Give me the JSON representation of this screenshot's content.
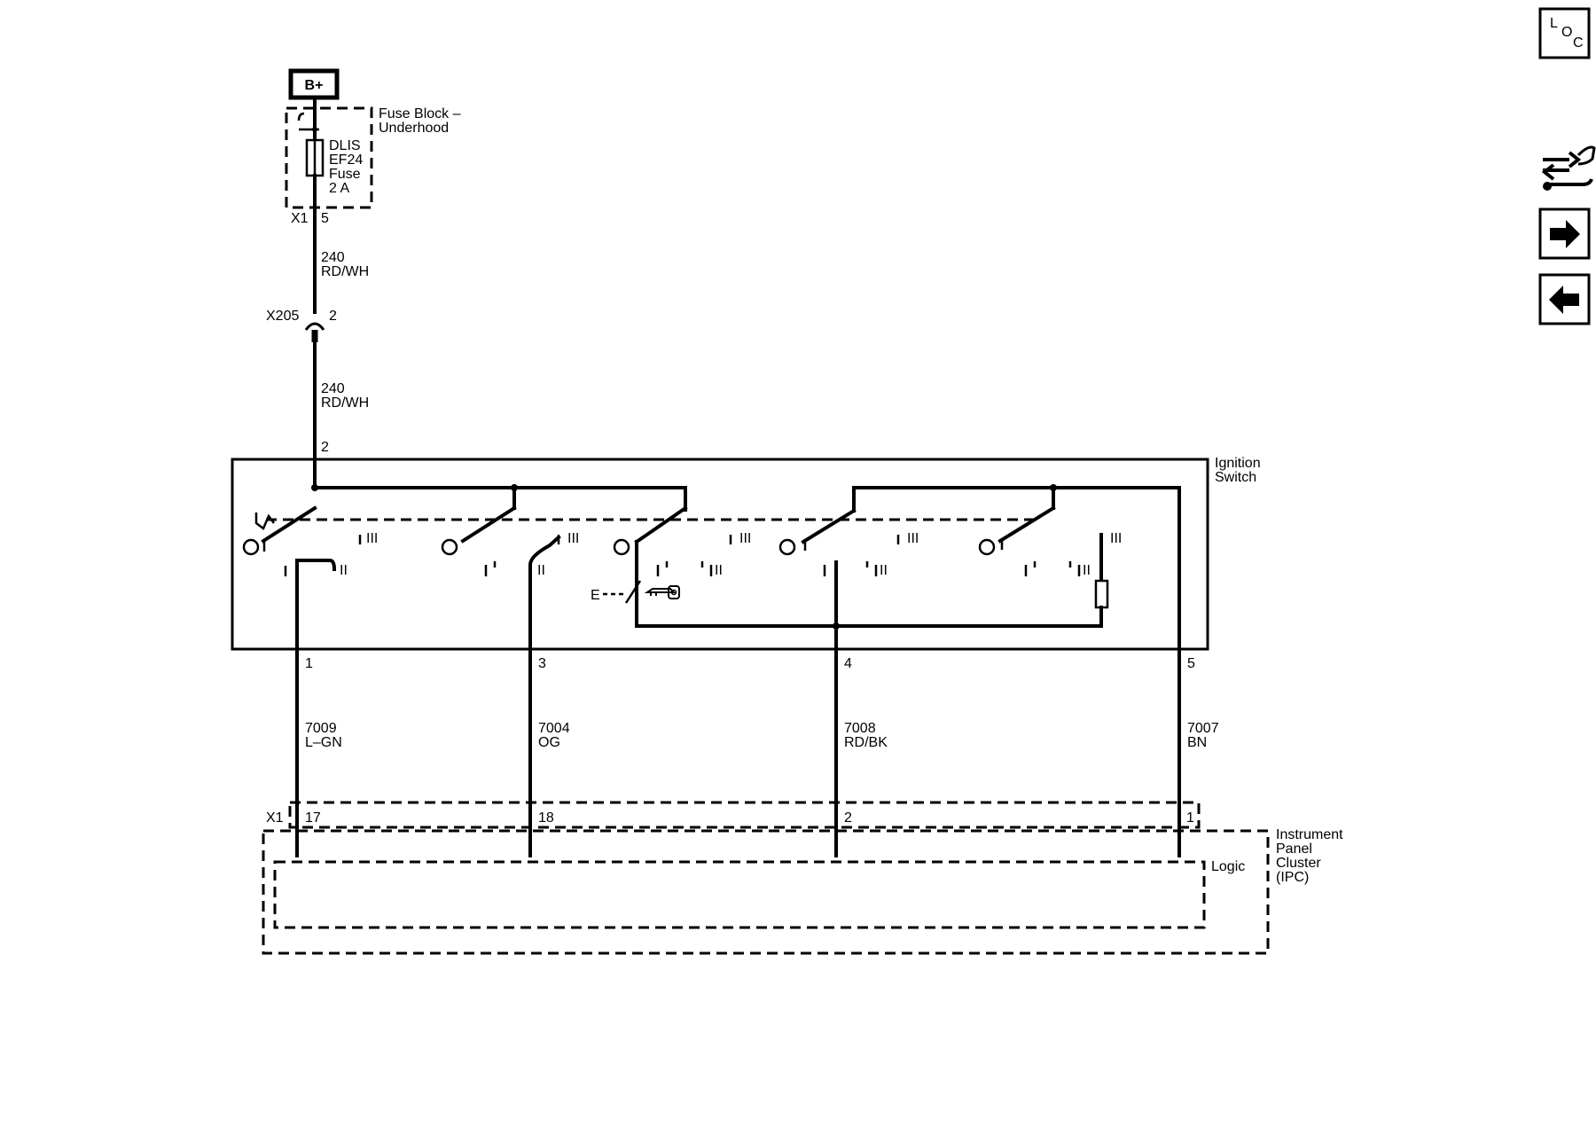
{
  "power": {
    "label": "B+"
  },
  "fuse_block": {
    "name": [
      "Fuse Block –",
      "Underhood"
    ],
    "fuse_label": [
      "DLIS",
      "EF24",
      "Fuse",
      "2 A"
    ],
    "connector": "X1",
    "pin": "5"
  },
  "wire_upper": {
    "circuit": "240",
    "color": "RD/WH"
  },
  "inline_connector": {
    "name": "X205",
    "pin": "2"
  },
  "wire_lower": {
    "circuit": "240",
    "color": "RD/WH"
  },
  "ignition_switch": {
    "name": [
      "Ignition",
      "Switch"
    ],
    "input_pin": "2",
    "position_labels": {
      "p1": "I",
      "p2": "II",
      "p3": "III"
    }
  },
  "outputs": [
    {
      "pin": "1",
      "circuit": "7009",
      "color": "L–GN",
      "ipc_pin": "17"
    },
    {
      "pin": "3",
      "circuit": "7004",
      "color": "OG",
      "ipc_pin": "18"
    },
    {
      "pin": "4",
      "circuit": "7008",
      "color": "RD/BK",
      "ipc_pin": "2"
    },
    {
      "pin": "5",
      "circuit": "7007",
      "color": "BN",
      "ipc_pin": "1"
    }
  ],
  "ipc": {
    "connector": "X1",
    "logic_label": "Logic",
    "name": [
      "Instrument",
      "Panel",
      "Cluster",
      "(IPC)"
    ]
  },
  "key_label": "E",
  "side_nav": {
    "loc": [
      "L",
      "O",
      "C"
    ],
    "items": [
      "loc-icon",
      "connector-tool-icon",
      "arrow-right-icon",
      "arrow-left-icon"
    ]
  }
}
